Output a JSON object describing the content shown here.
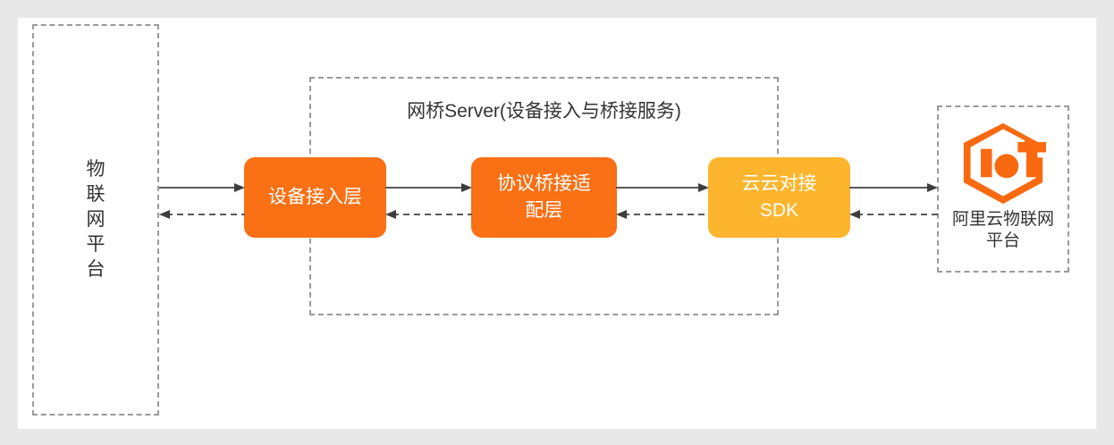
{
  "canvas": {
    "background_outer": "#e8e8e8",
    "background_inner": "#ffffff"
  },
  "colors": {
    "orange": "#fa7014",
    "amber": "#fdb52d",
    "dashed_border": "#9a9a9a",
    "arrow": "#595959",
    "text": "#333333",
    "node_text": "#ffffff"
  },
  "containers": {
    "iot_platform_left": {
      "label": "物\n联\n网\n平\n台",
      "border_style": "dashed"
    },
    "bridge_server": {
      "title": "网桥Server(设备接入与桥接服务)",
      "border_style": "dashed"
    },
    "aliyun_platform_right": {
      "label": "阿里云物联网\n平台",
      "logo_name": "aliyun-iot-hexagon-logo",
      "border_style": "dashed"
    }
  },
  "nodes": [
    {
      "id": "device-access",
      "label": "设备接入层",
      "color": "#fa7014"
    },
    {
      "id": "protocol-bridge",
      "label": "协议桥接适\n配层",
      "color": "#fa7014"
    },
    {
      "id": "cloud-sdk",
      "label": "云云对接\nSDK",
      "color": "#fdb52d"
    }
  ],
  "connectors": [
    {
      "id": "conn-1",
      "from": "iot-platform-left",
      "to": "device-access",
      "direction": "right",
      "style": "solid"
    },
    {
      "id": "conn-2",
      "from": "device-access",
      "to": "iot-platform-left",
      "direction": "left",
      "style": "dashed"
    },
    {
      "id": "conn-3",
      "from": "device-access",
      "to": "protocol-bridge",
      "direction": "right",
      "style": "solid"
    },
    {
      "id": "conn-4",
      "from": "protocol-bridge",
      "to": "device-access",
      "direction": "left",
      "style": "dashed"
    },
    {
      "id": "conn-5",
      "from": "protocol-bridge",
      "to": "cloud-sdk",
      "direction": "right",
      "style": "solid"
    },
    {
      "id": "conn-6",
      "from": "cloud-sdk",
      "to": "protocol-bridge",
      "direction": "left",
      "style": "dashed"
    },
    {
      "id": "conn-7",
      "from": "cloud-sdk",
      "to": "aliyun-platform-right",
      "direction": "right",
      "style": "solid"
    },
    {
      "id": "conn-8",
      "from": "aliyun-platform-right",
      "to": "cloud-sdk",
      "direction": "left",
      "style": "dashed"
    }
  ]
}
